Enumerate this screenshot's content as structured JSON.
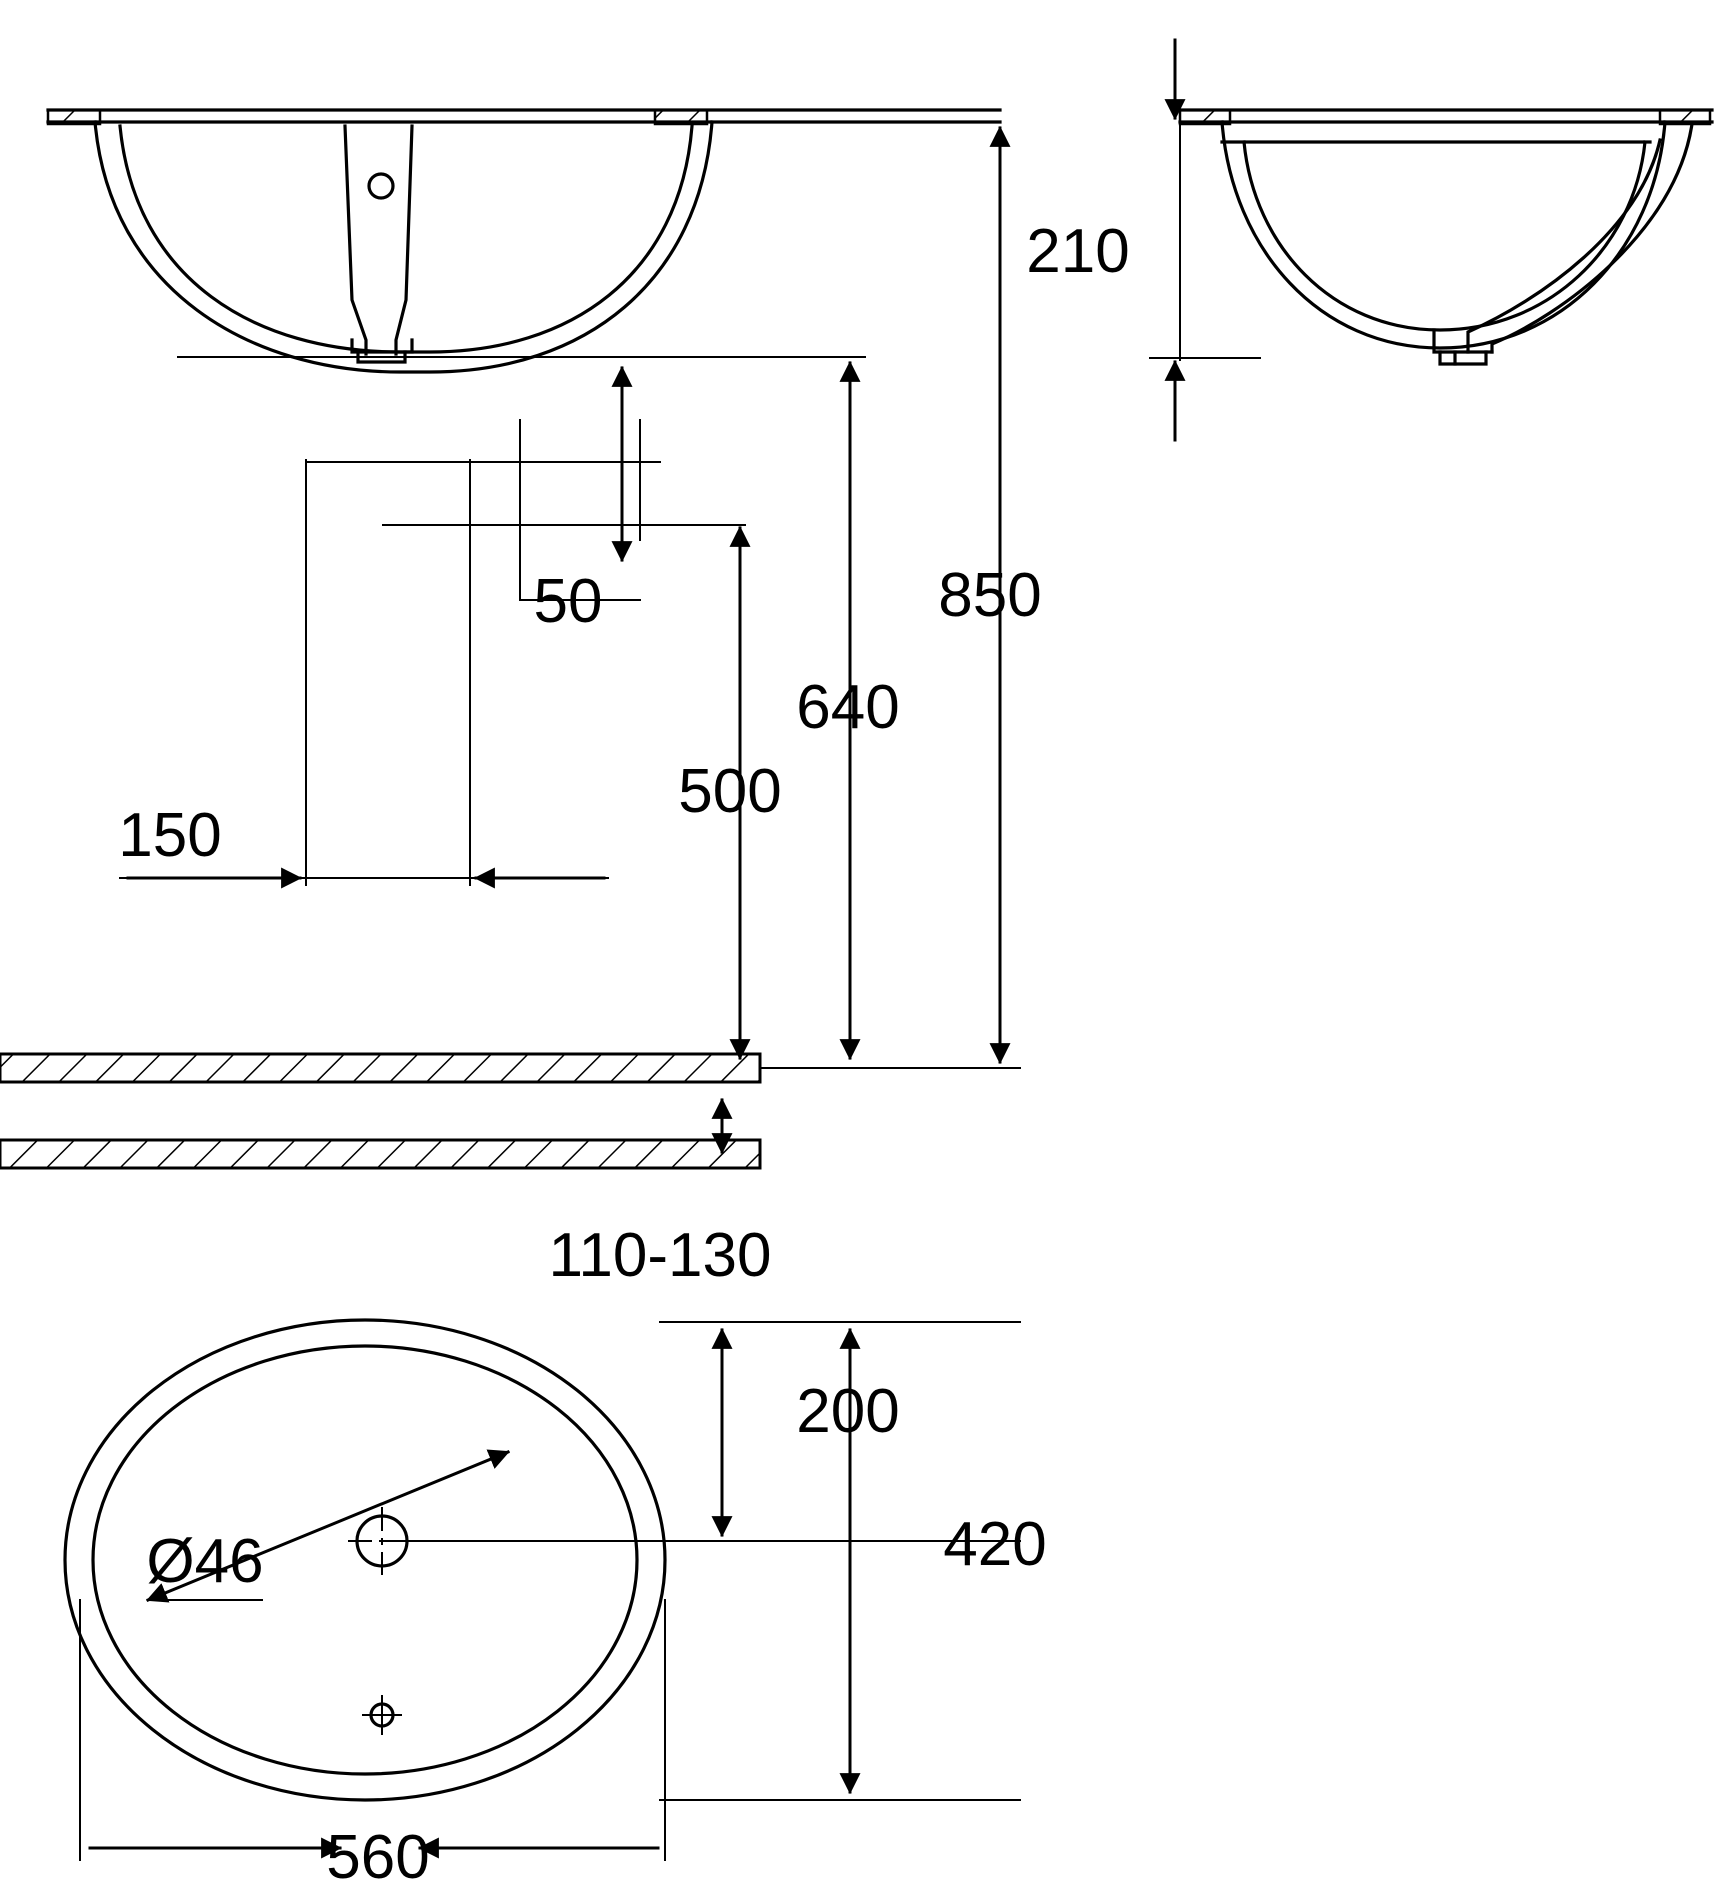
{
  "drawing": {
    "title": "undermount washbasin installation dimension drawing",
    "units": "mm",
    "line_color": "#000000",
    "background_color": "#ffffff"
  },
  "views": {
    "front_section": {
      "name": "front-section-view"
    },
    "side_section": {
      "name": "side-section-view"
    },
    "top_plan": {
      "name": "top-plan-view"
    }
  },
  "dimensions": {
    "height_210": "210",
    "height_850": "850",
    "height_640": "640",
    "height_500": "500",
    "offset_50": "50",
    "offset_150": "150",
    "range_110_130": "110-130",
    "depth_200": "200",
    "width_420": "420",
    "diameter_46": "Ø46",
    "length_560": "560"
  }
}
